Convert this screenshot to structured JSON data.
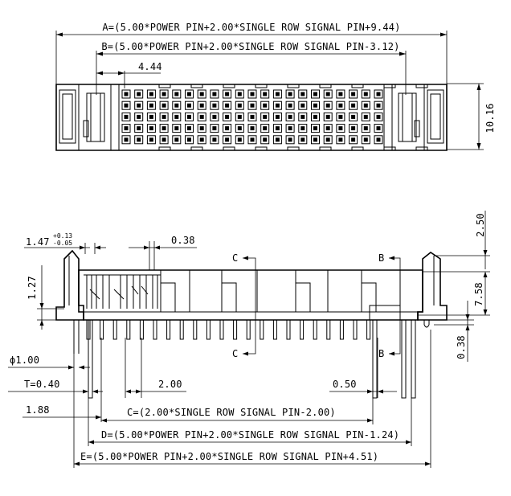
{
  "top_view": {
    "dim_a": "A=(5.00*POWER PIN+2.00*SINGLE ROW SIGNAL PIN+9.44)",
    "dim_b": "B=(5.00*POWER PIN+2.00*SINGLE ROW SIGNAL PIN-3.12)",
    "dim_4_44": "4.44",
    "dim_10_16": "10.16"
  },
  "side_view": {
    "dim_1_47": "1.47",
    "tol_plus": "+0.13",
    "tol_minus": "-0.05",
    "dim_0_38_top": "0.38",
    "dim_1_27": "1.27",
    "dim_2_50": "2.50",
    "dim_7_58": "7.58",
    "dim_0_38_right": "0.38",
    "section_c_top": "C",
    "section_c_bottom": "C",
    "section_b_top": "B",
    "section_b_bottom": "B",
    "dim_phi_1_00": "ϕ1.00",
    "dim_t": "T=0.40",
    "dim_2_00": "2.00",
    "dim_0_50": "0.50",
    "dim_1_88": "1.88",
    "dim_c": "C=(2.00*SINGLE ROW SIGNAL PIN-2.00)",
    "dim_d": "D=(5.00*POWER PIN+2.00*SINGLE ROW SIGNAL PIN-1.24)",
    "dim_e": "E=(5.00*POWER PIN+2.00*SINGLE ROW SIGNAL PIN+4.51)"
  }
}
